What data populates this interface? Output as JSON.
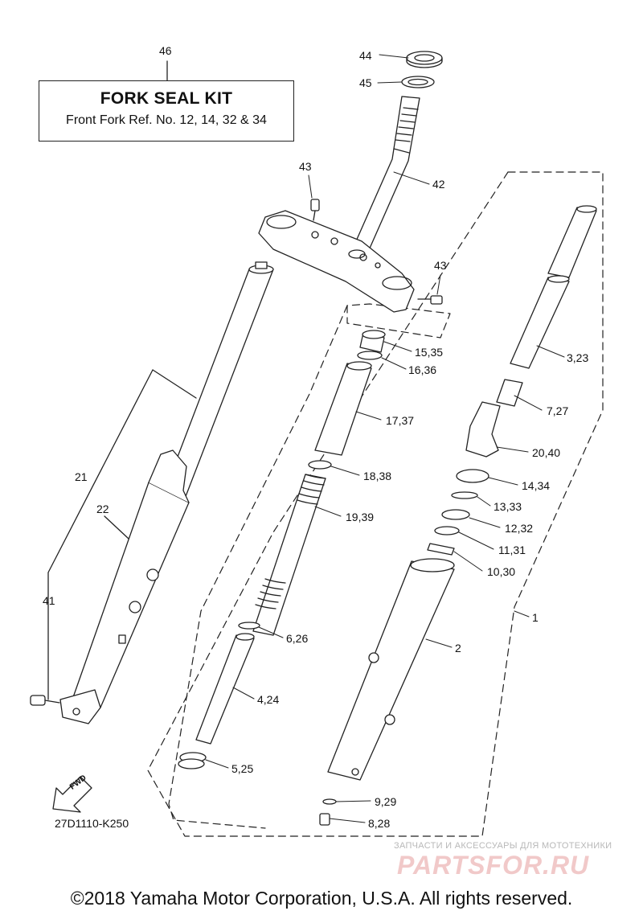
{
  "kit": {
    "ref_number": "46",
    "title": "FORK SEAL KIT",
    "subtitle": "Front Fork Ref. No. 12, 14, 32 & 34"
  },
  "parts": [
    {
      "id": "p44",
      "label": "44"
    },
    {
      "id": "p45",
      "label": "45"
    },
    {
      "id": "p43a",
      "label": "43"
    },
    {
      "id": "p42",
      "label": "42"
    },
    {
      "id": "p43b",
      "label": "43"
    },
    {
      "id": "p15",
      "label": "15,35"
    },
    {
      "id": "p16",
      "label": "16,36"
    },
    {
      "id": "p3",
      "label": "3,23"
    },
    {
      "id": "p7",
      "label": "7,27"
    },
    {
      "id": "p17",
      "label": "17,37"
    },
    {
      "id": "p20",
      "label": "20,40"
    },
    {
      "id": "p18",
      "label": "18,38"
    },
    {
      "id": "p14",
      "label": "14,34"
    },
    {
      "id": "p13",
      "label": "13,33"
    },
    {
      "id": "p19",
      "label": "19,39"
    },
    {
      "id": "p12",
      "label": "12,32"
    },
    {
      "id": "p11",
      "label": "11,31"
    },
    {
      "id": "p10",
      "label": "10,30"
    },
    {
      "id": "p21",
      "label": "21"
    },
    {
      "id": "p22",
      "label": "22"
    },
    {
      "id": "p41",
      "label": "41"
    },
    {
      "id": "p1",
      "label": "1"
    },
    {
      "id": "p2",
      "label": "2"
    },
    {
      "id": "p6",
      "label": "6,26"
    },
    {
      "id": "p4",
      "label": "4,24"
    },
    {
      "id": "p5",
      "label": "5,25"
    },
    {
      "id": "p9",
      "label": "9,29"
    },
    {
      "id": "p8",
      "label": "8,28"
    }
  ],
  "fwd_label": "FWD",
  "diagram_code": "27D1110-K250",
  "watermark": {
    "tagline": "ЗАПЧАСТИ И АКСЕССУАРЫ ДЛЯ МОТОТЕХНИКИ",
    "brand": "PARTSFOR.RU"
  },
  "copyright": "©2018 Yamaha Motor Corporation, U.S.A. All rights reserved."
}
